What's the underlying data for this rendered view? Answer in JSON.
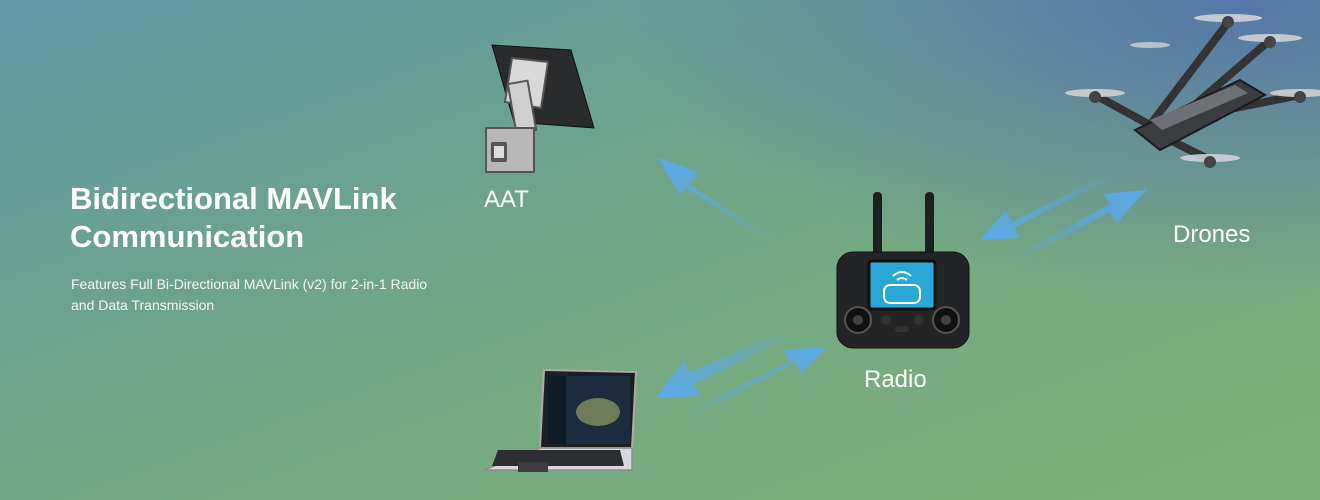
{
  "headline": "Bidirectional MAVLink Communication",
  "subtitle": "Features Full Bi-Directional MAVLink (v2) for 2-in-1 Radio and Data Transmission",
  "labels": {
    "aat": "AAT",
    "drones": "Drones",
    "radio": "Radio"
  },
  "colors": {
    "arrow": "#5aaaf0",
    "device_dark": "#222426",
    "screen": "#29a8d8"
  }
}
